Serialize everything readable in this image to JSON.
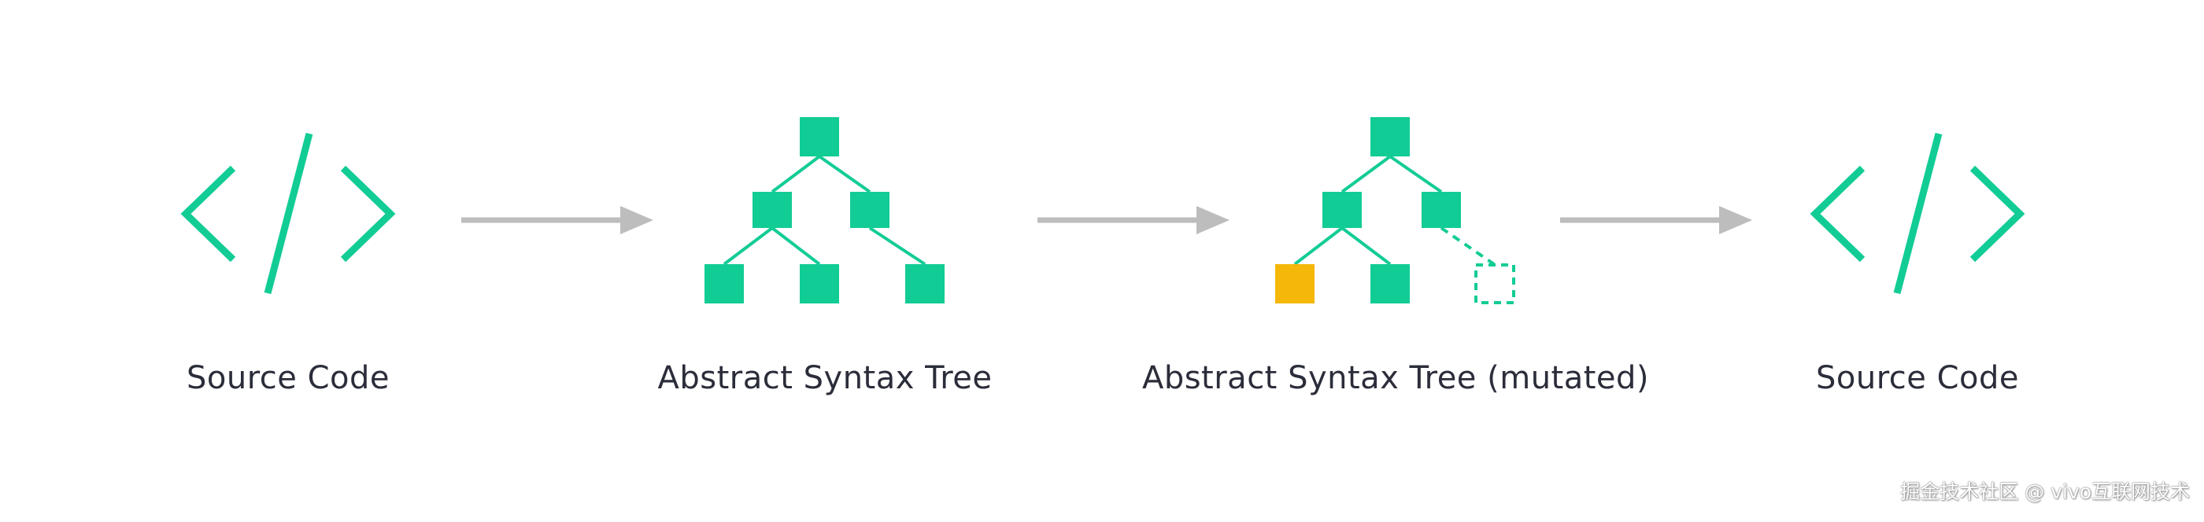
{
  "colors": {
    "primary": "#12cc95",
    "highlight": "#f5b70a",
    "arrow": "#bdbdbd",
    "text": "#2b2d3a"
  },
  "icons": {
    "code": "code-brackets-icon",
    "tree": "tree-icon",
    "arrow": "arrow-right-icon"
  },
  "steps": [
    {
      "label": "Source Code"
    },
    {
      "label": "Abstract Syntax Tree"
    },
    {
      "label": "Abstract Syntax Tree (mutated)"
    },
    {
      "label": "Source Code"
    }
  ],
  "watermark": "掘金技术社区 @ vivo互联网技术"
}
